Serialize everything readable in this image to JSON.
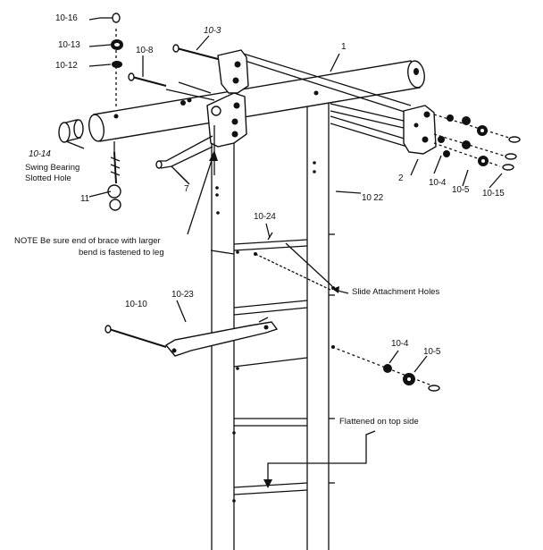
{
  "labels": {
    "p10_16": "10-16",
    "p10_13": "10-13",
    "p10_12": "10-12",
    "p10_8": "10-8",
    "p10_3": "10-3",
    "p1": "1",
    "p10_14": "10-14",
    "p11": "11",
    "p7": "7",
    "p2": "2",
    "p10_4a": "10-4",
    "p10_5a": "10-5",
    "p10_15": "10-15",
    "p10_22": "10 22",
    "p10_24": "10-24",
    "p10_10": "10-10",
    "p10_23": "10-23",
    "p10_4b": "10-4",
    "p10_5b": "10-5"
  },
  "notes": {
    "swing_bearing_line1": "Swing Bearing",
    "swing_bearing_line2": "Slotted Hole",
    "brace_note_line1": "NOTE  Be sure end of brace with larger",
    "brace_note_line2": "bend is fastened to leg",
    "slide_holes": "Slide Attachment Holes",
    "flattened": "Flattened on top side"
  }
}
